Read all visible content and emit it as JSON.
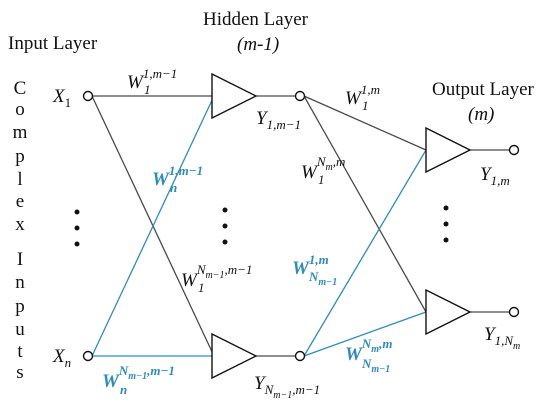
{
  "colors": {
    "black_wire": "#4a4a4a",
    "blue": "#2e8bc0"
  },
  "titles": {
    "input_layer": "Input Layer",
    "hidden_layer": "Hidden Layer",
    "hidden_layer_index": "(m-1)",
    "output_layer": "Output Layer",
    "output_layer_index": "(m)"
  },
  "side_text": {
    "letters": [
      "C",
      "o",
      "m",
      "p",
      "l",
      "e",
      "x",
      "I",
      "n",
      "p",
      "u",
      "t",
      "s"
    ]
  },
  "inputs": {
    "x1": {
      "base": "X",
      "sub": "1"
    },
    "xn": {
      "base": "X",
      "sub": "n"
    }
  },
  "hidden_outputs": {
    "top": {
      "base": "Y",
      "sub": "1,m−1"
    },
    "bottom": {
      "base": "Y",
      "sub": "N",
      "subsub": "m−1",
      "sub_tail": ",m−1"
    }
  },
  "outputs": {
    "top": {
      "base": "Y",
      "sub": "1,m"
    },
    "bottom": {
      "base": "Y",
      "sub": "1,N",
      "subsub": "m"
    }
  },
  "weights": {
    "w1_top": {
      "base": "W",
      "sup": "1,m−1",
      "sub": "1"
    },
    "wn_top": {
      "base": "W",
      "sup": "1,m−1",
      "sub": "n"
    },
    "w1_cross": {
      "base": "W",
      "sup": "N",
      "supsub": "m−1",
      "sup_tail": ",m−1",
      "sub": "1"
    },
    "wn_bot": {
      "base": "W",
      "sup": "N",
      "supsub": "m−1",
      "sup_tail": ",m−1",
      "sub": "n"
    },
    "w1_out": {
      "base": "W",
      "sup": "1,m",
      "sub": "1"
    },
    "w1_outx": {
      "base": "W",
      "sup": "N",
      "supsub": "m",
      "sup_tail": ",m",
      "sub": "1"
    },
    "wN_up": {
      "base": "W",
      "sup": "1,m",
      "sub": "N",
      "subsub": "m−1"
    },
    "wN_bot": {
      "base": "W",
      "sup": "N",
      "supsub": "m",
      "sup_tail": ",m",
      "sub": "N",
      "subsub": "m−1"
    }
  }
}
